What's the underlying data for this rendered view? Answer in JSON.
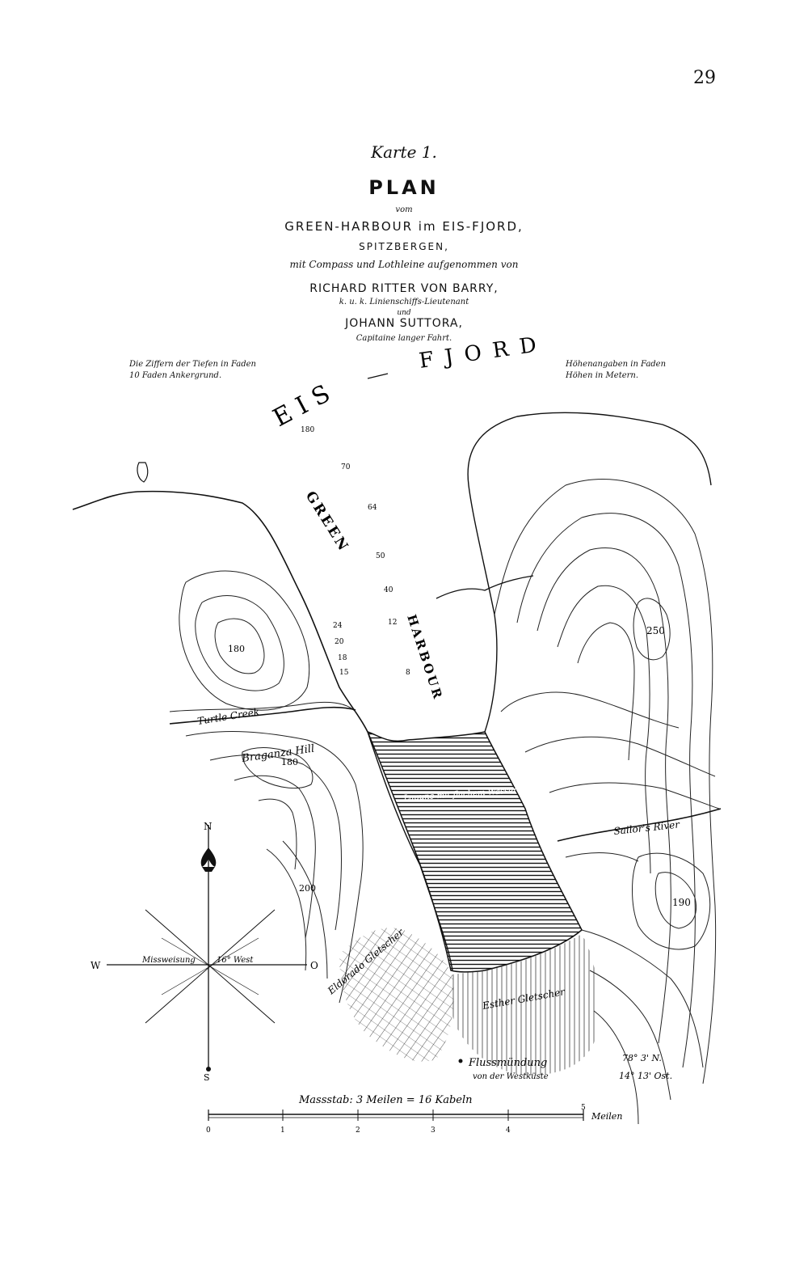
{
  "page_number": "29",
  "header": {
    "karte": "Karte 1.",
    "plan": "PLAN",
    "vom": "vom",
    "title": "GREEN-HARBOUR im EIS-FJORD,",
    "region": "SPITZBERGEN,",
    "method": "mit Compass und Lothleine aufgenommen von",
    "author1": "RICHARD RITTER VON BARRY,",
    "author1_rank": "k. u. k. Linienschiffs-Lieutenant",
    "und": "und",
    "author2": "JOHANN SUTTORA,",
    "author2_rank": "Capitaine langer Fahrt."
  },
  "notes": {
    "left_line1": "Die Ziffern der Tiefen in Faden",
    "left_line2": "10 Faden Ankergrund.",
    "right_line1": "Höhenangaben in Faden",
    "right_line2": "Höhen in Metern."
  },
  "map": {
    "fjord_left": "EIS",
    "fjord_right": "FJORD",
    "green": "GREEN",
    "harbour": "HARBOUR",
    "heights": [
      "180",
      "180",
      "250",
      "200",
      "190"
    ],
    "hill_label": "Braganza Hill",
    "river_left": "Turtle Creek",
    "river_right": "Sailor's River",
    "glacier_left": "Eldorado Gletscher",
    "glacier_right": "Esther Gletscher",
    "lagoon_note": "Lagune mit flachem Wasser",
    "mouth_label": "Flussmündung",
    "mouth_sub": "von der Westküste",
    "depths": [
      "180",
      "70",
      "64",
      "50",
      "40",
      "24",
      "20",
      "18",
      "15",
      "12",
      "8"
    ],
    "coords_line1": "78° 3' N.",
    "coords_line2": "14° 13' Ost.",
    "compass": {
      "n": "N",
      "s": "S",
      "w": "W",
      "o": "O",
      "declination": "Missweisung",
      "declination_value": "16° West"
    },
    "scale": {
      "title": "Massstab: 3 Meilen = 16 Kabeln",
      "ticks": [
        "0",
        "1",
        "2",
        "3",
        "4",
        "5"
      ],
      "unit": "Meilen"
    }
  }
}
